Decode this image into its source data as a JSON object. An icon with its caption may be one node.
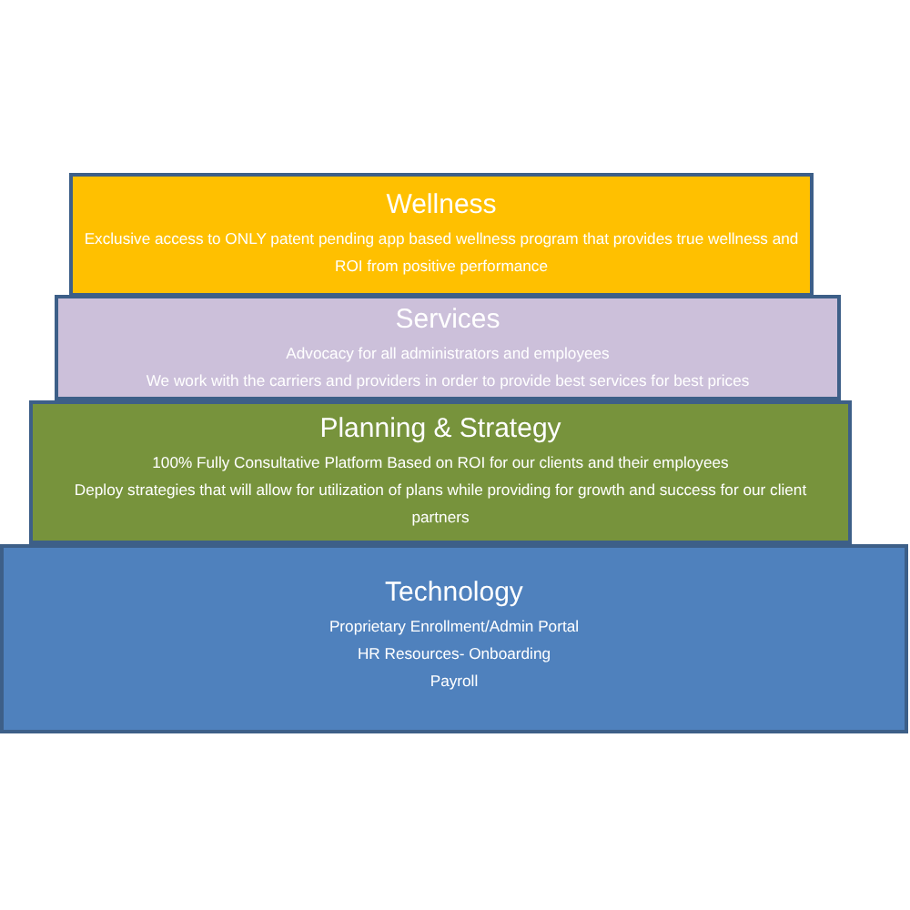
{
  "diagram": {
    "nodes": [
      {
        "text": [
          "Wellness",
          "Exclusive access to ONLY patent pending app based wellness program that provides true wellness and ROI from positive performance"
        ]
      },
      {
        "text": [
          "Services",
          "Advocacy for all administrators and employees",
          "We work with the carriers and providers in order to provide best services for best prices"
        ]
      },
      {
        "text": [
          "Planning & Strategy",
          "100% Fully Consultative Platform Based on ROI for our clients and their employees",
          "Deploy strategies that will allow for utilization of plans while providing for growth and success for our client partners"
        ]
      },
      {
        "text": [
          "Technology",
          "Proprietary Enrollment/Admin Portal",
          "HR Resources- Onboarding",
          "Payroll"
        ]
      }
    ]
  }
}
